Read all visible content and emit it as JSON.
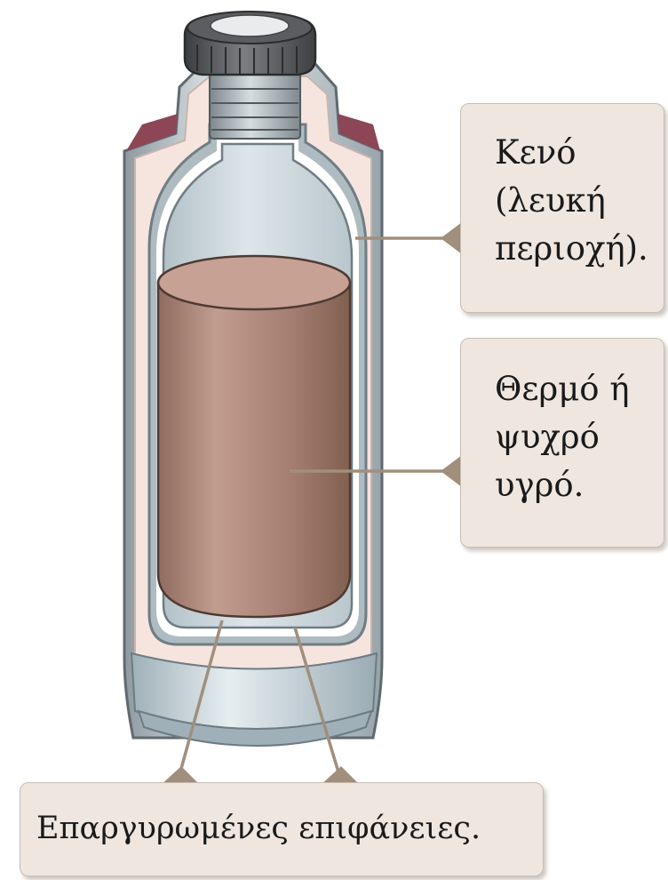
{
  "labels": {
    "vacuum": [
      "Κενό",
      "(λευκή",
      "περιοχή)."
    ],
    "liquid": [
      "Θερμό ή",
      "ψυχρό",
      "υγρό."
    ],
    "surfaces": "Επαργυρωμένες επιφάνειες."
  },
  "colors": {
    "callout_fill": "#efe6df",
    "leader_line": "#a08f7d",
    "liquid": "#a77e71",
    "outer_shell": "#f6e4df",
    "vacuum_gap": "#ffffff",
    "cap": "#5a5c5e",
    "bottom_band": "#b9c8cf"
  }
}
